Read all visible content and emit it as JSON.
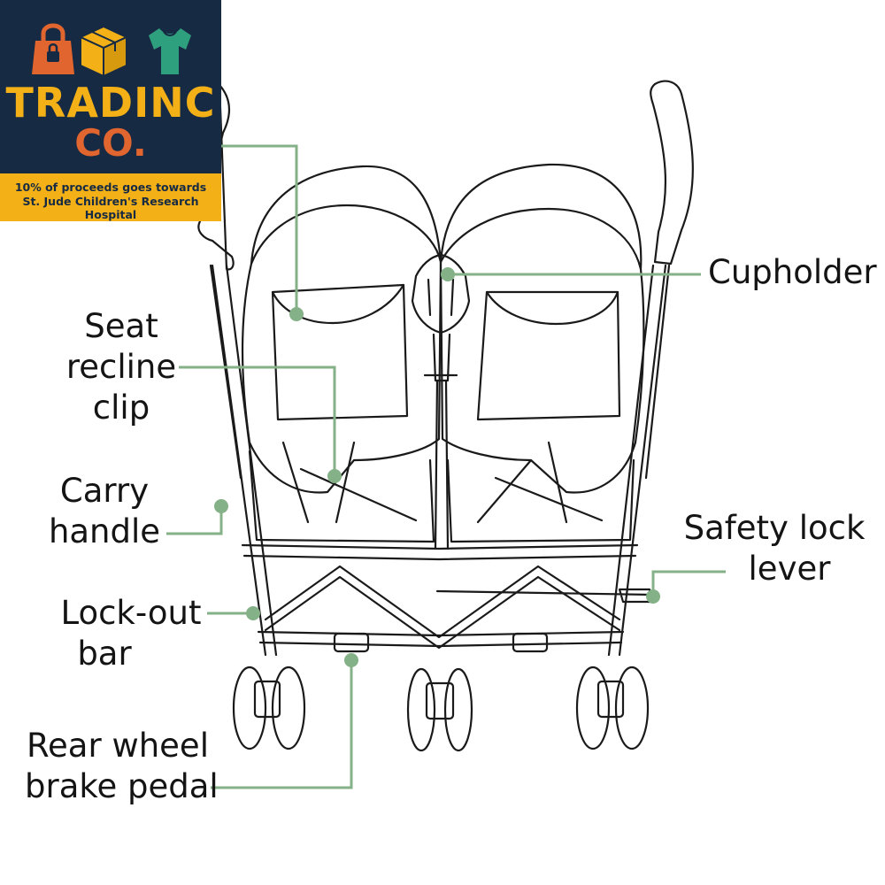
{
  "badge": {
    "brand_line1": "TRADINC",
    "brand_line2": "CO.",
    "tagline_line1": "10% of proceeds goes towards",
    "tagline_line2": "St. Jude Children's Research Hospital",
    "icons": [
      "shopping-bag-icon",
      "box-icon",
      "tshirt-icon"
    ],
    "colors": {
      "background": "#172a43",
      "strip": "#f3b117",
      "brand": "#f3b117",
      "accent": "#e0652f",
      "shirt": "#2fa07e"
    }
  },
  "callouts": {
    "cupholder": [
      "Cupholder"
    ],
    "seat_recline_clip": [
      "Seat",
      "recline",
      "clip"
    ],
    "carry_handle": [
      "Carry",
      "handle"
    ],
    "safety_lock_lever": [
      "Safety lock",
      "lever"
    ],
    "lock_out_bar": [
      "Lock-out",
      "bar"
    ],
    "rear_wheel_brake_pedal": [
      "Rear wheel",
      "brake pedal"
    ]
  },
  "colors": {
    "leader": "#84b187",
    "drawing": "#1a1a1a"
  }
}
